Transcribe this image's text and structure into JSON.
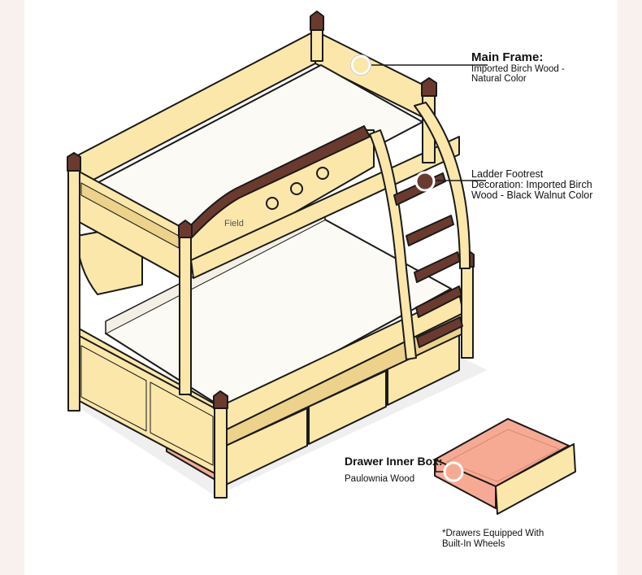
{
  "callouts": {
    "main_frame": {
      "title": "Main Frame:",
      "line1": "Imported Birch Wood -",
      "line2": "Natural Color"
    },
    "ladder": {
      "line1": "Ladder Footrest",
      "line2": "Decoration: Imported Birch",
      "line3": "Wood - Black Walnut Color"
    },
    "drawer": {
      "title": "Drawer Inner Box:",
      "sub": "Paulownia Wood"
    },
    "field_label": "Field",
    "wheels_note": {
      "line1": "*Drawers Equipped With",
      "line2": "Built-In Wheels"
    }
  },
  "colors": {
    "background": "#f8f1ee",
    "wood": "#fbe7a9",
    "wood_shade": "#ecd28a",
    "walnut": "#6b3a2f",
    "mattress": "#fbfaf5",
    "drawer_box": "#f7aa93",
    "outline": "#1a1a1a"
  }
}
